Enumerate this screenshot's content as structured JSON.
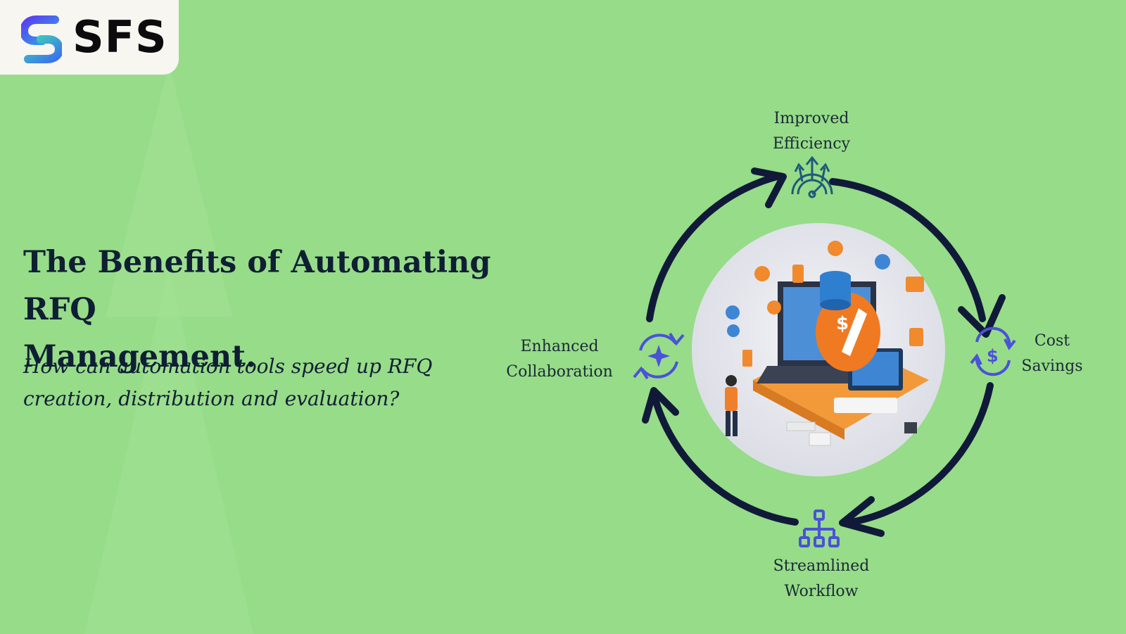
{
  "logo": {
    "text": "SFS"
  },
  "heading": {
    "title_line1": "The Benefits of Automating RFQ",
    "title_line2": "Management.",
    "subtitle_line1": "How can automation tools speed up RFQ",
    "subtitle_line2": "creation, distribution and evaluation?"
  },
  "cycle": {
    "nodes": [
      {
        "key": "efficiency",
        "line1": "Improved",
        "line2": "Efficiency",
        "icon": "efficiency-gauge-icon"
      },
      {
        "key": "cost",
        "line1": "Cost",
        "line2": "Savings",
        "icon": "dollar-cycle-icon"
      },
      {
        "key": "workflow",
        "line1": "Streamlined",
        "line2": "Workflow",
        "icon": "hierarchy-icon"
      },
      {
        "key": "collaboration",
        "line1": "Enhanced",
        "line2": "Collaboration",
        "icon": "sparkle-cycle-icon"
      }
    ],
    "arrow_color": "#101a38",
    "icon_color": "#4a52d8"
  },
  "colors": {
    "background": "#97dc89",
    "logo_panel": "#f7f6f1",
    "text": "#0f1f33"
  }
}
